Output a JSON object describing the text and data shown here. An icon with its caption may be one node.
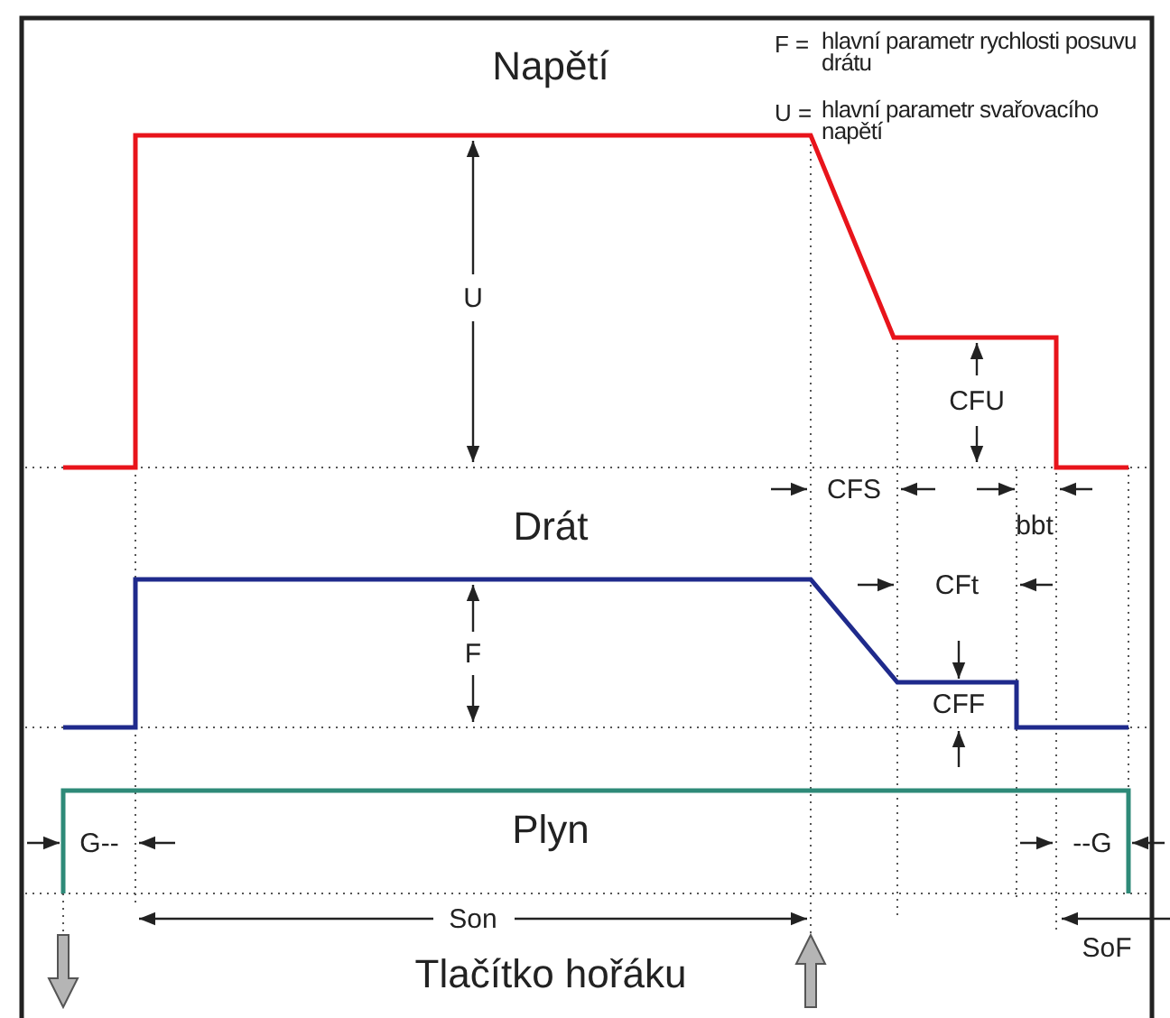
{
  "diagram": {
    "labels": [
      "Napětí",
      "F =",
      "hlavní parametr rychlosti posuvu drátu",
      "U =",
      "hlavní parametr svařovacího napětí",
      "U",
      "CFU",
      "CFS",
      "bbt",
      "Drát",
      "CFt",
      "F",
      "CFF",
      "Plyn",
      "G--",
      "--G",
      "Son",
      "SoF",
      "Tlačítko hořáku"
    ]
  }
}
